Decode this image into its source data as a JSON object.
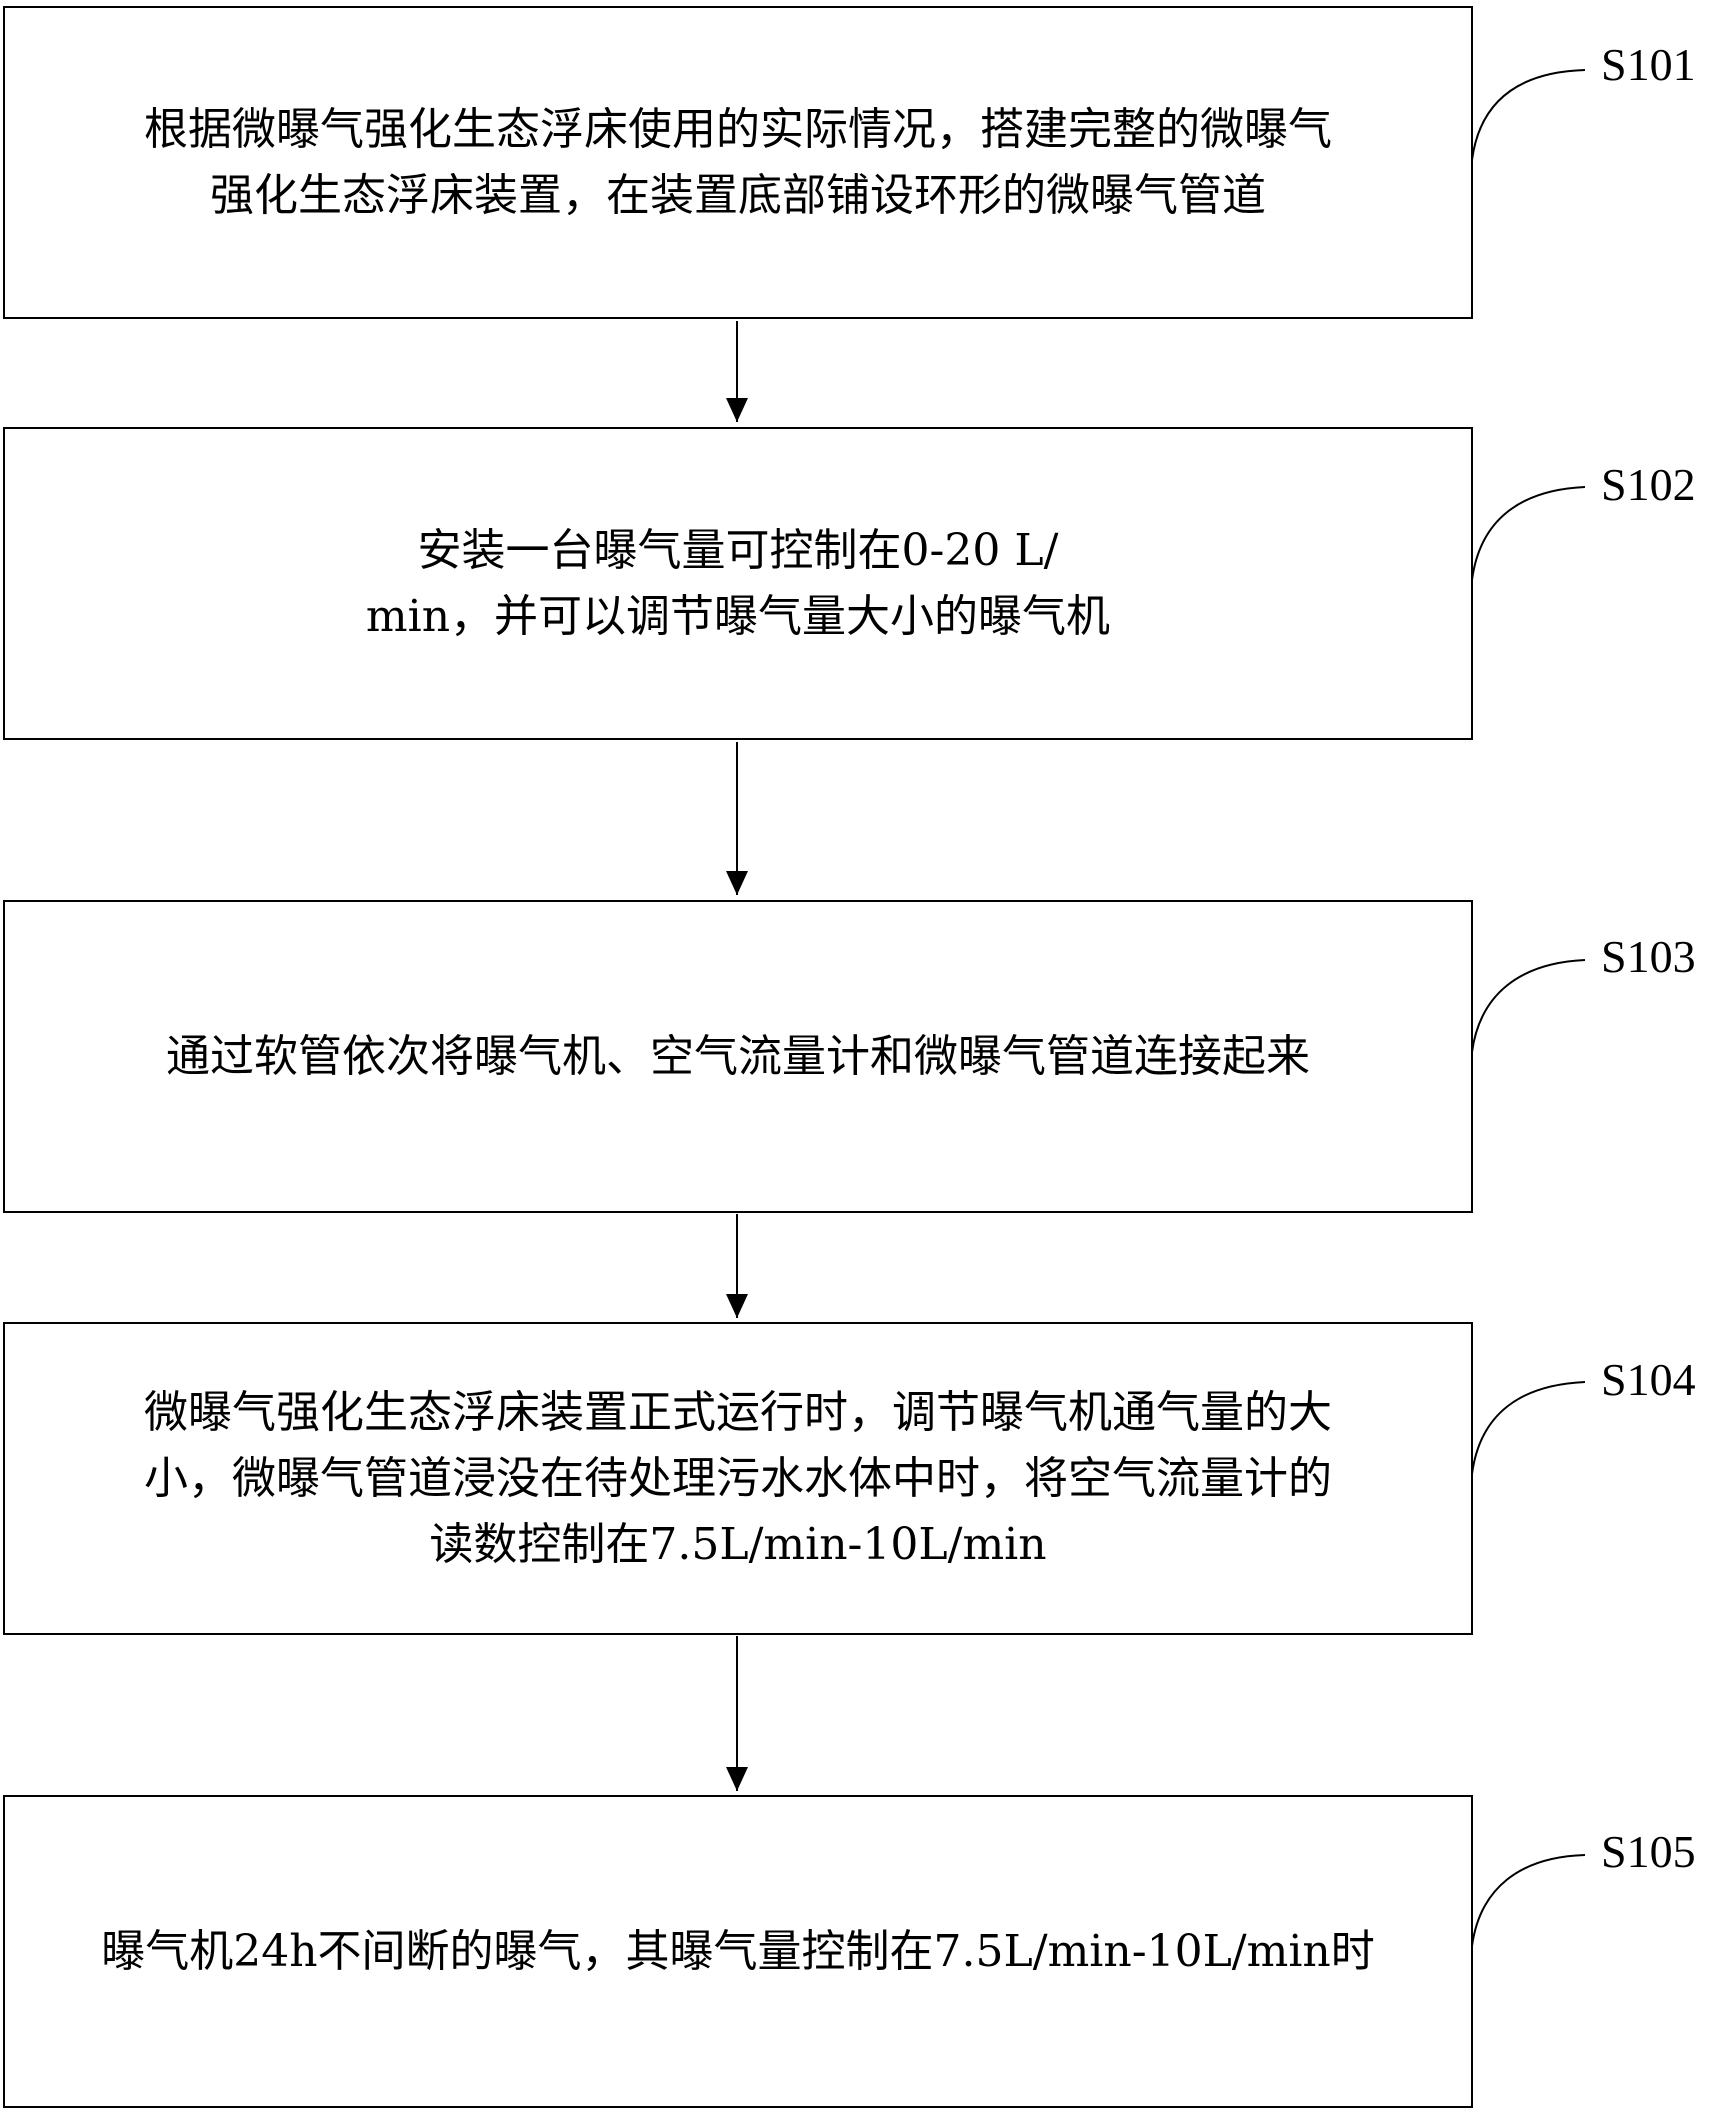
{
  "steps": [
    {
      "id": "S101",
      "text": "根据微曝气强化生态浮床使用的实际情况，搭建完整的微曝气\n强化生态浮床装置，在装置底部铺设环形的微曝气管道"
    },
    {
      "id": "S102",
      "text": "安装一台曝气量可控制在0-20 L/\nmin，并可以调节曝气量大小的曝气机"
    },
    {
      "id": "S103",
      "text": "通过软管依次将曝气机、空气流量计和微曝气管道连接起来"
    },
    {
      "id": "S104",
      "text": "微曝气强化生态浮床装置正式运行时，调节曝气机通气量的大\n小，微曝气管道浸没在待处理污水水体中时，将空气流量计的\n读数控制在7.5L/min-10L/min"
    },
    {
      "id": "S105",
      "text": "曝气机24h不间断的曝气，其曝气量控制在7.5L/min-10L/min时"
    }
  ]
}
